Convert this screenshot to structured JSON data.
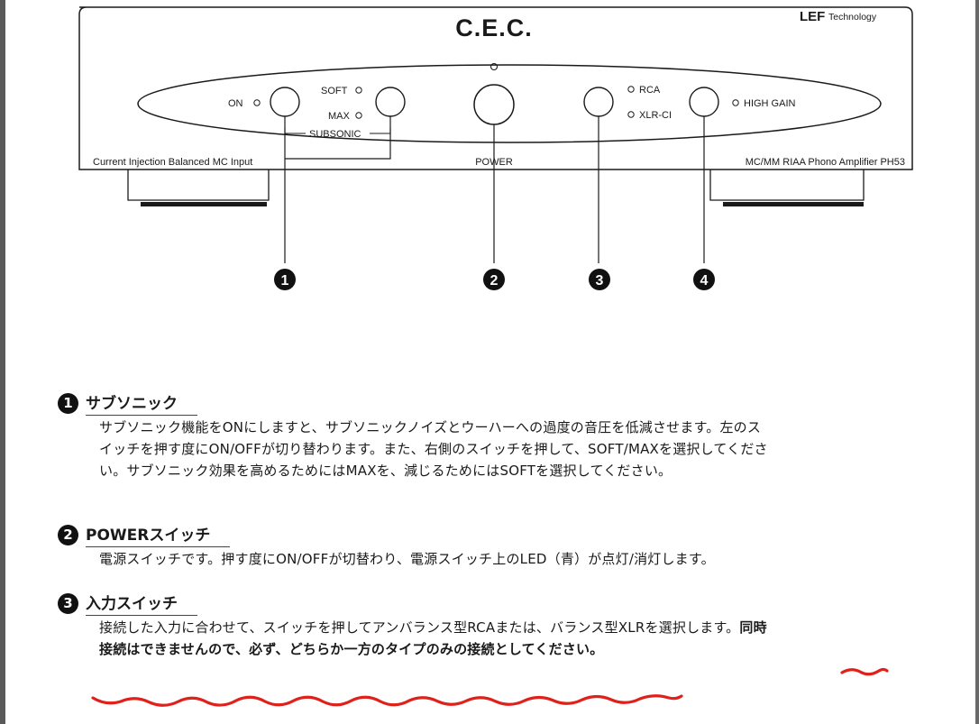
{
  "panel": {
    "brand": "C.E.C.",
    "tech_logo": "LEF",
    "tech_label": "Technology",
    "on_label": "ON",
    "soft_label": "SOFT",
    "max_label": "MAX",
    "subsonic_label": "SUBSONIC",
    "rca_label": "RCA",
    "xlr_label": "XLR-CI",
    "high_gain_label": "HIGH GAIN",
    "left_caption": "Current Injection Balanced MC Input",
    "power_caption": "POWER",
    "right_caption": "MC/MM RIAA Phono Amplifier PH53"
  },
  "callouts": [
    "1",
    "2",
    "3",
    "4"
  ],
  "sections": [
    {
      "num": "1",
      "title": "サブソニック",
      "lines": [
        "サブソニック機能をONにしますと、サブソニックノイズとウーハーへの過度の音圧を低減させます。左のス",
        "イッチを押す度にON/OFFが切り替わります。また、右側のスイッチを押して、SOFT/MAXを選択してくださ",
        "い。サブソニック効果を高めるためにはMAXを、減じるためにはSOFTを選択してください。"
      ]
    },
    {
      "num": "2",
      "title": "POWERスイッチ",
      "lines": [
        "電源スイッチです。押す度にON/OFFが切替わり、電源スイッチ上のLED（青）が点灯/消灯します。"
      ]
    },
    {
      "num": "3",
      "title": "入力スイッチ",
      "line1": "接続した入力に合わせて、スイッチを押してアンバランス型RCAまたは、バランス型XLRを選択します。",
      "line1_bold": "同時",
      "line2_bold": "接続はできませんので、必ず、どちらか一方のタイプのみの接続としてください。"
    }
  ],
  "colors": {
    "ink": "#1a1a1a",
    "annotation_red": "#e0211b",
    "frame": "#5a5a5a"
  }
}
